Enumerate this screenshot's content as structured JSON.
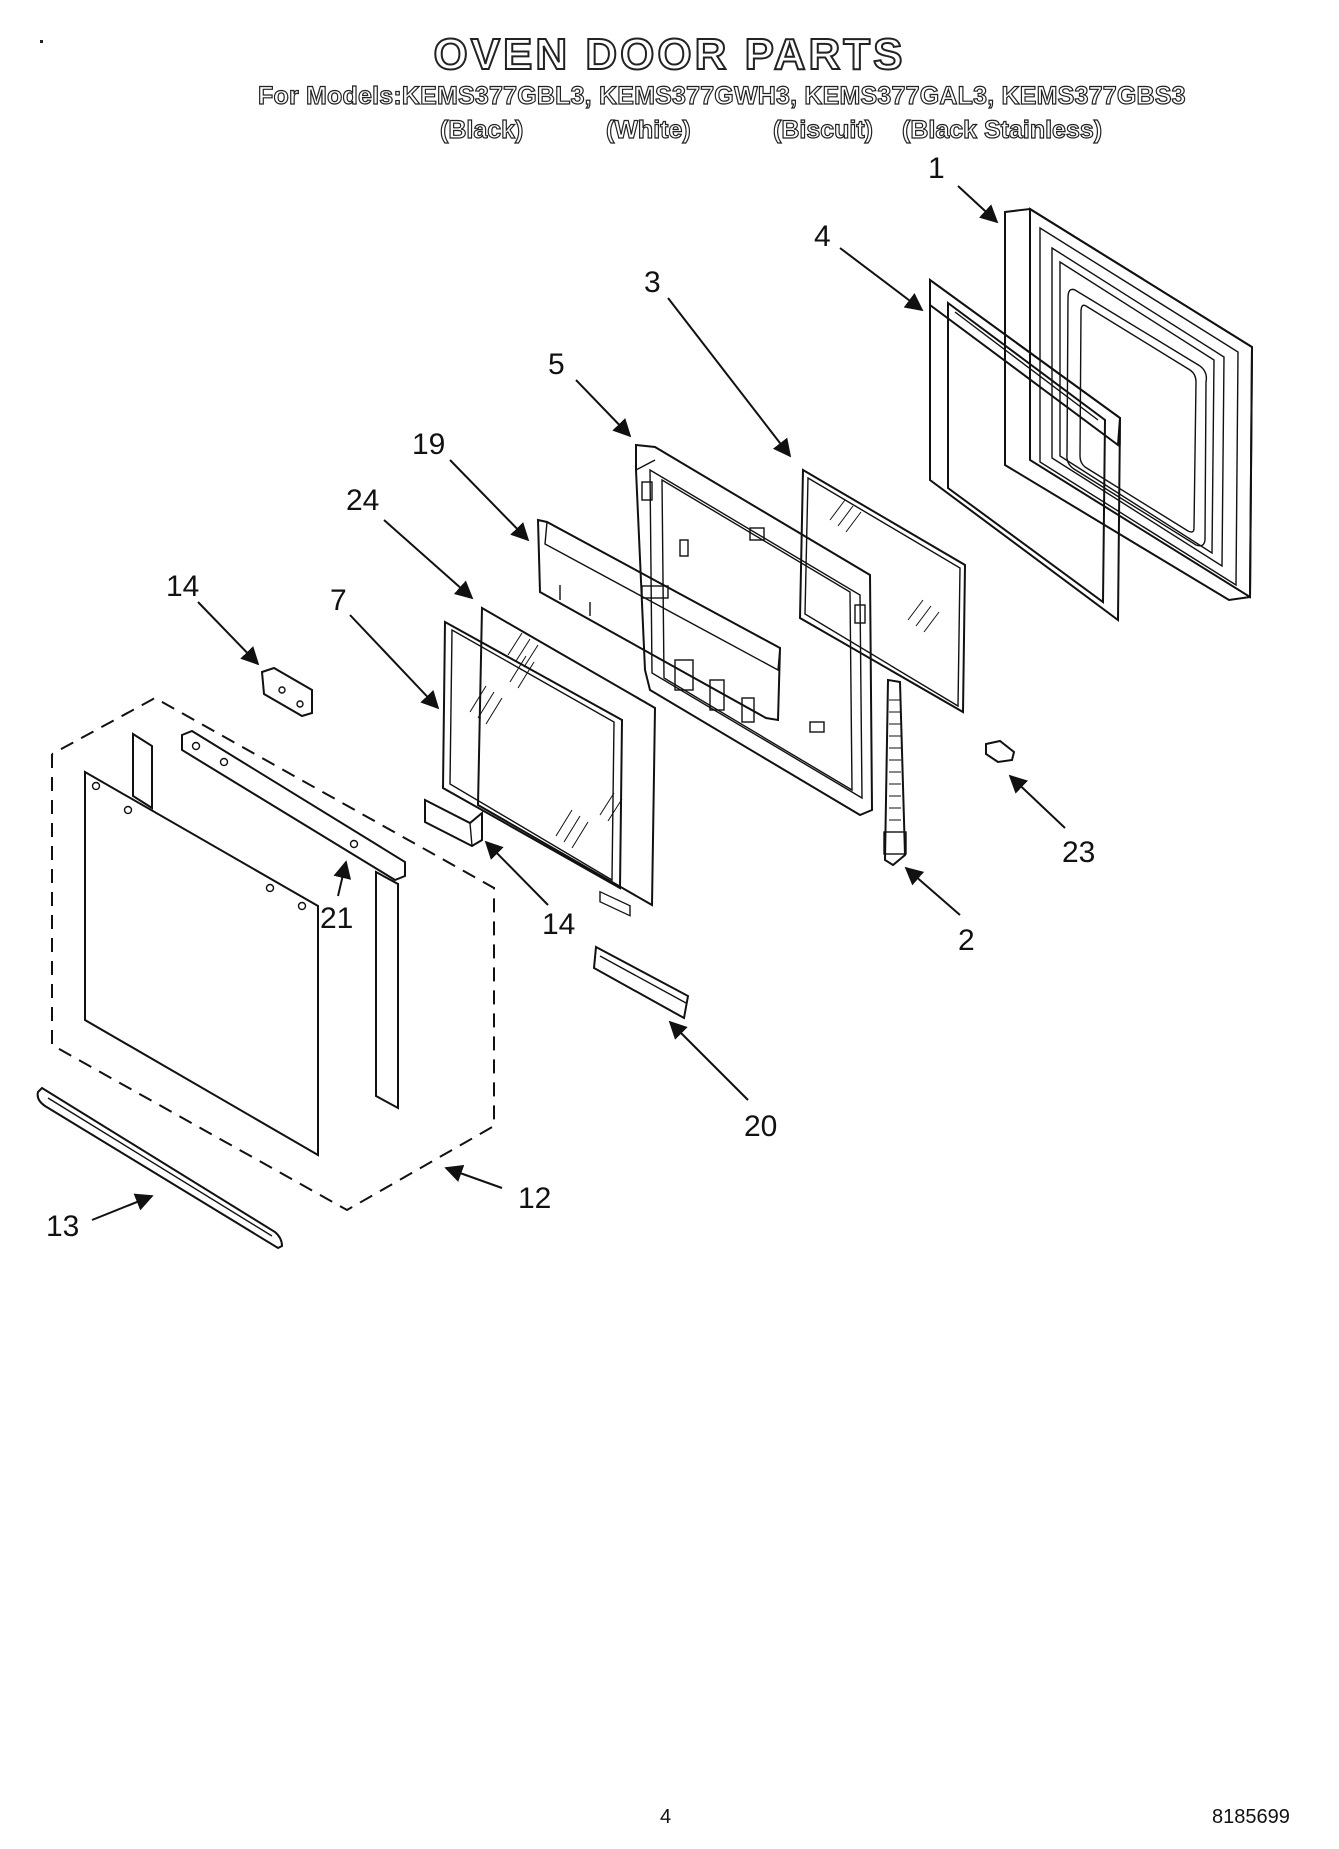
{
  "header": {
    "title": "OVEN DOOR PARTS",
    "models": "For Models:KEMS377GBL3, KEMS377GWH3, KEMS377GAL3, KEMS377GBS3",
    "colors": [
      "(Black)",
      "(White)",
      "(Biscuit)",
      "(Black Stainless)"
    ]
  },
  "callouts": {
    "c1": "1",
    "c2": "2",
    "c3": "3",
    "c4": "4",
    "c5": "5",
    "c7": "7",
    "c12": "12",
    "c13": "13",
    "c14a": "14",
    "c14b": "14",
    "c19": "19",
    "c20": "20",
    "c21": "21",
    "c23": "23",
    "c24": "24"
  },
  "footer": {
    "page_number": "4",
    "doc_number": "8185699"
  }
}
